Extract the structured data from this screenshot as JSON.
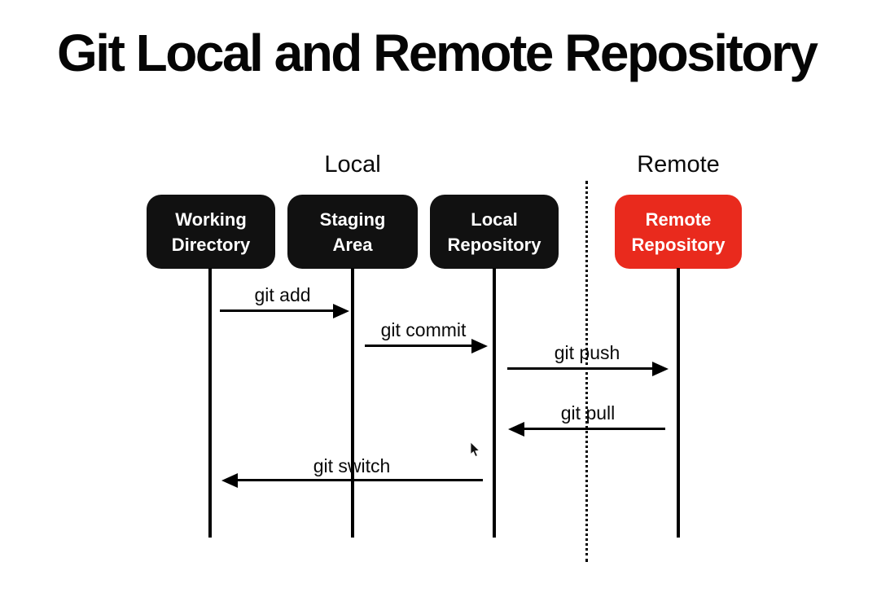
{
  "title": "Git Local and Remote Repository",
  "groups": {
    "local": {
      "label": "Local"
    },
    "remote": {
      "label": "Remote"
    }
  },
  "nodes": [
    {
      "id": "working-directory",
      "line1": "Working",
      "line2": "Directory",
      "color": "#111111",
      "text_color": "#ffffff"
    },
    {
      "id": "staging-area",
      "line1": "Staging",
      "line2": "Area",
      "color": "#111111",
      "text_color": "#ffffff"
    },
    {
      "id": "local-repository",
      "line1": "Local",
      "line2": "Repository",
      "color": "#111111",
      "text_color": "#ffffff"
    },
    {
      "id": "remote-repository",
      "line1": "Remote",
      "line2": "Repository",
      "color": "#e92a1d",
      "text_color": "#ffffff"
    }
  ],
  "edges": [
    {
      "label": "git add",
      "from": "working-directory",
      "to": "staging-area",
      "direction": "right"
    },
    {
      "label": "git commit",
      "from": "staging-area",
      "to": "local-repository",
      "direction": "right"
    },
    {
      "label": "git push",
      "from": "local-repository",
      "to": "remote-repository",
      "direction": "right"
    },
    {
      "label": "git pull",
      "from": "remote-repository",
      "to": "local-repository",
      "direction": "left"
    },
    {
      "label": "git switch",
      "from": "local-repository",
      "to": "working-directory",
      "direction": "left"
    }
  ],
  "colors": {
    "background": "#ffffff",
    "node_dark": "#111111",
    "node_red": "#e92a1d",
    "line": "#000000",
    "text_light": "#ffffff",
    "text_dark": "#0a0a0a"
  }
}
